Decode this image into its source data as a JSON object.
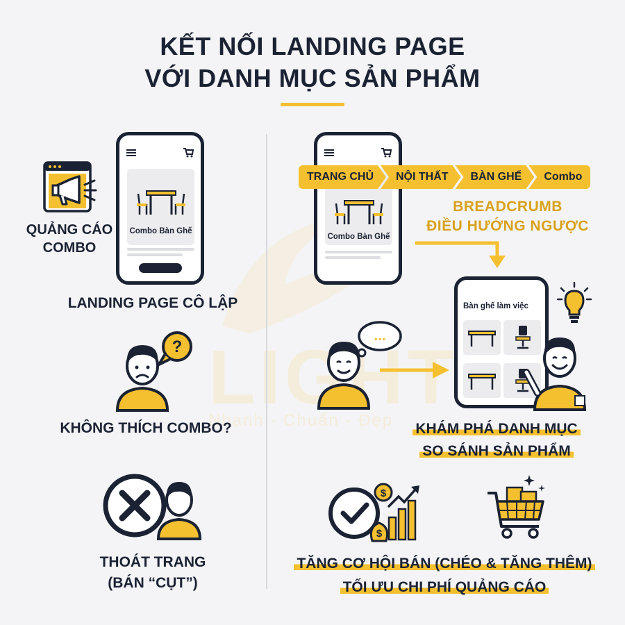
{
  "title": {
    "line1": "KẾT NỐI LANDING PAGE",
    "line2": "VỚI DANH MỤC SẢN PHẨM"
  },
  "colors": {
    "accent": "#f5c030",
    "accent_text": "#d9a21c",
    "dark": "#1b2233",
    "background": "#f4f4f6"
  },
  "watermark": {
    "brand": "LIGHT",
    "tagline": "Nhanh - Chuẩn - Đẹp"
  },
  "left": {
    "ad": {
      "label_line1": "QUẢNG CÁO",
      "label_line2": "COMBO",
      "icon": "megaphone-icon"
    },
    "phone": {
      "product_name": "Combo Bàn Ghế"
    },
    "isolated_label": "LANDING PAGE CÔ LẬP",
    "dislike": {
      "bubble": "?",
      "label": "KHÔNG THÍCH COMBO?"
    },
    "exit": {
      "label_line1": "THOÁT TRANG",
      "label_line2": "(BÁN “CỤT”)"
    }
  },
  "right": {
    "phone": {
      "product_name": "Combo Bàn Ghế"
    },
    "breadcrumb": [
      "TRANG CHỦ",
      "NỘI THẤT",
      "BÀN GHẾ",
      "Combo"
    ],
    "breadcrumb_label_line1": "BREADCRUMB",
    "breadcrumb_label_line2": "ĐIỀU HƯỚNG NGƯỢC",
    "category_phone": {
      "title": "Bàn ghế làm việc"
    },
    "thought_bubble": "...",
    "explore": {
      "line1": "KHÁM PHÁ DANH MỤC",
      "line2": "SO SÁNH SẢN PHẨM"
    },
    "benefits": {
      "line1": "TĂNG CƠ HỘI BÁN (CHÉO & TĂNG THÊM)",
      "line2": "TỐI ƯU CHI PHÍ QUẢNG CÁO"
    },
    "money_symbol": "$"
  }
}
